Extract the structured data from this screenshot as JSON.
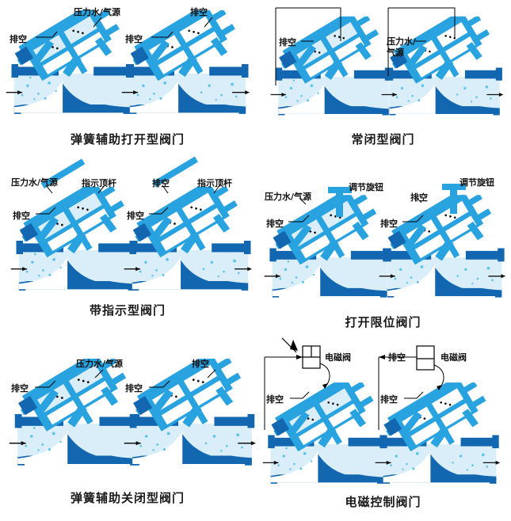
{
  "diagram": {
    "title_kind": "valve-operation-diagrams",
    "colors": {
      "body_dark": "#1267b0",
      "body_mid": "#1e8bd4",
      "pipe_blue": "#29a3e0",
      "water_light": "#d9eef8",
      "water_mid": "#bfe3f5",
      "outline": "#0b4f86",
      "text": "#1a1a1a",
      "line": "#000000"
    },
    "labels": {
      "vent": "排空",
      "pressure_source": "压力水/气源",
      "pressure_source_wrapped_1": "压力水/",
      "pressure_source_wrapped_2": "气源",
      "indicator_rod": "指示顶杆",
      "adjust_knob": "调节旋钮",
      "solenoid": "电磁阀"
    },
    "panels": [
      {
        "id": "spring-assisted-open",
        "caption": "弹簧辅助打开型阀门",
        "left": {
          "labels": [
            {
              "key": "pressure_source",
              "text": "压力水/气源"
            },
            {
              "key": "vent",
              "text": "排空"
            }
          ]
        },
        "right": {
          "labels": [
            {
              "key": "vent_top",
              "text": "排空"
            },
            {
              "key": "vent",
              "text": "排空"
            }
          ]
        }
      },
      {
        "id": "normally-closed",
        "caption": "常闭型阀门",
        "left": {
          "labels": [
            {
              "key": "vent",
              "text": "排空"
            }
          ]
        },
        "right": {
          "labels": [
            {
              "key": "pressure_source_1",
              "text": "压力水/"
            },
            {
              "key": "pressure_source_2",
              "text": "气源"
            }
          ]
        }
      },
      {
        "id": "with-indicator",
        "caption": "带指示型阀门",
        "left": {
          "labels": [
            {
              "key": "pressure_source",
              "text": "压力水/气源"
            },
            {
              "key": "indicator_rod",
              "text": "指示顶杆"
            },
            {
              "key": "vent",
              "text": "排空"
            }
          ]
        },
        "right": {
          "labels": [
            {
              "key": "vent_top",
              "text": "排空"
            },
            {
              "key": "indicator_rod",
              "text": "指示顶杆"
            },
            {
              "key": "vent",
              "text": "排空"
            }
          ]
        }
      },
      {
        "id": "open-limit",
        "caption": "打开限位阀门",
        "left": {
          "labels": [
            {
              "key": "pressure_source",
              "text": "压力水/气源"
            },
            {
              "key": "adjust_knob",
              "text": "调节旋钮"
            },
            {
              "key": "vent",
              "text": "排空"
            }
          ]
        },
        "right": {
          "labels": [
            {
              "key": "vent_top",
              "text": "排空"
            },
            {
              "key": "adjust_knob",
              "text": "调节旋钮"
            },
            {
              "key": "vent",
              "text": "排空"
            }
          ]
        }
      },
      {
        "id": "spring-assisted-close",
        "caption": "弹簧辅助关闭型阀门",
        "left": {
          "labels": [
            {
              "key": "pressure_source",
              "text": "压力水/气源"
            },
            {
              "key": "vent",
              "text": "排空"
            }
          ]
        },
        "right": {
          "labels": [
            {
              "key": "vent_top",
              "text": "排空"
            },
            {
              "key": "vent",
              "text": "排空"
            }
          ]
        }
      },
      {
        "id": "solenoid-controlled",
        "caption": "电磁控制阀门",
        "left": {
          "labels": [
            {
              "key": "solenoid",
              "text": "电磁阀"
            },
            {
              "key": "vent",
              "text": "排空"
            }
          ]
        },
        "right": {
          "labels": [
            {
              "key": "vent_top",
              "text": "排空"
            },
            {
              "key": "solenoid",
              "text": "电磁阀"
            },
            {
              "key": "vent",
              "text": "排空"
            }
          ]
        }
      }
    ]
  }
}
